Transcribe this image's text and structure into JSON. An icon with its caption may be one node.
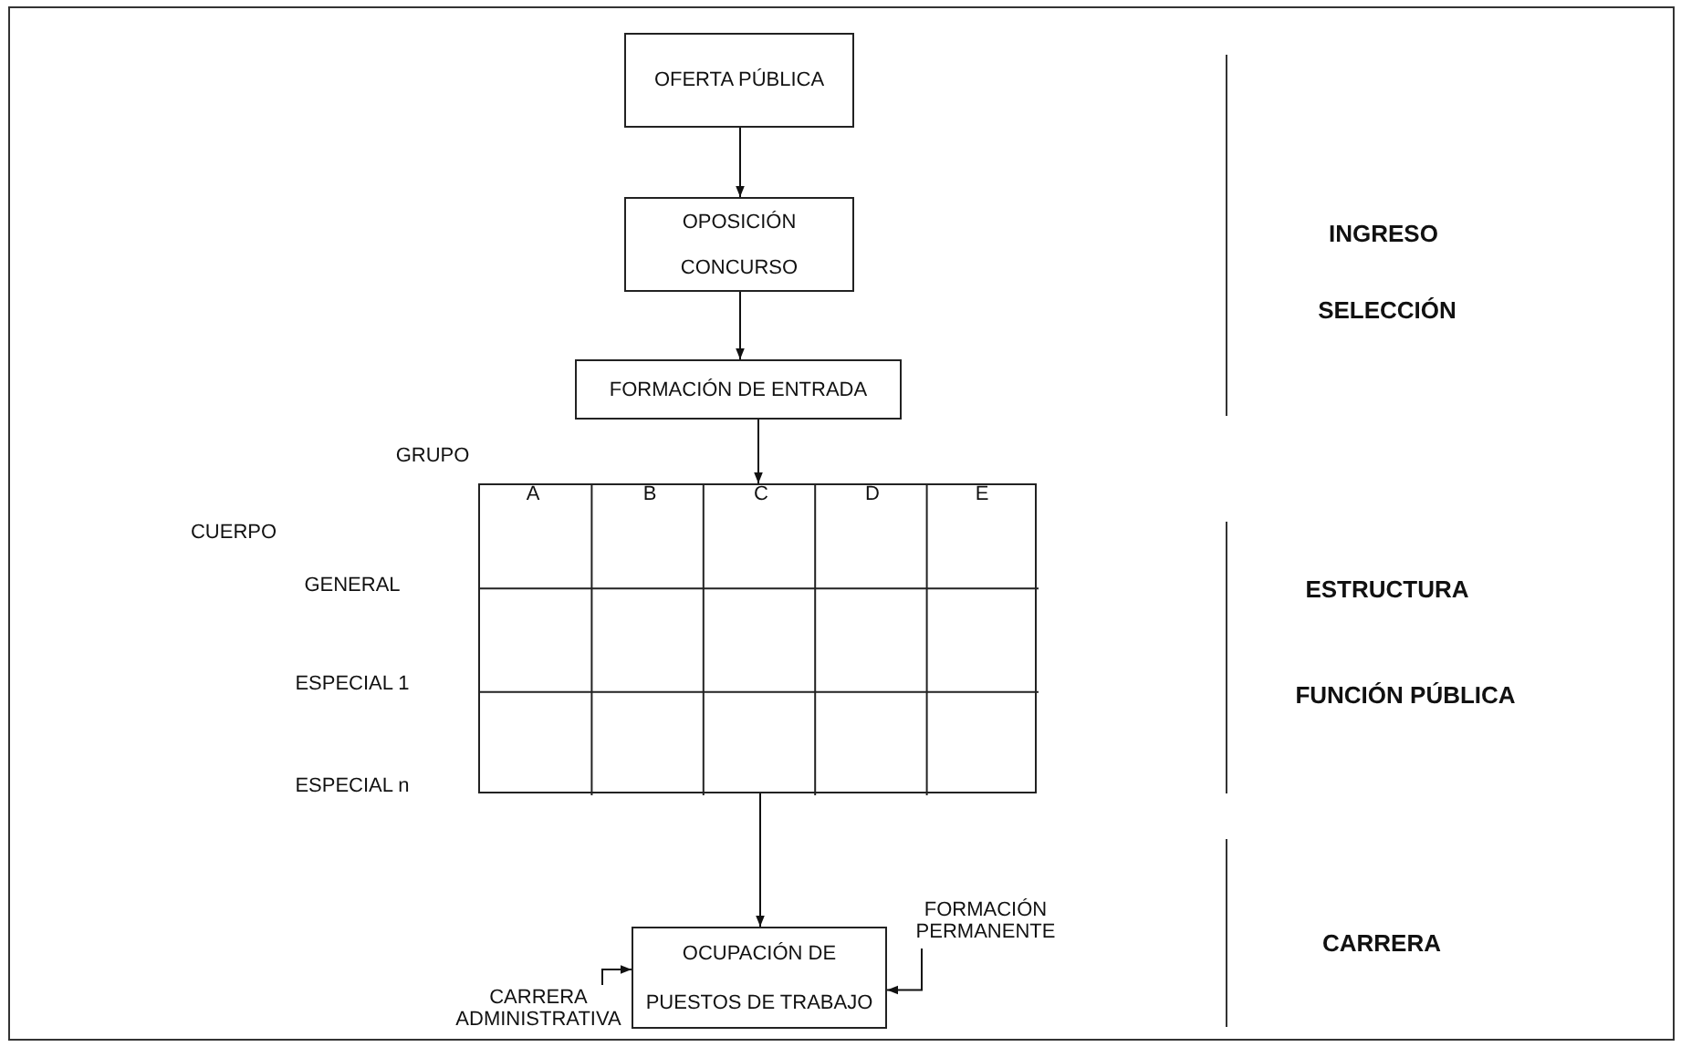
{
  "diagram": {
    "nodes": [
      {
        "text": [
          "OFERTA PÚBLICA"
        ]
      },
      {
        "text": [
          "OPOSICIÓN",
          "CONCURSO"
        ]
      },
      {
        "text": [
          "FORMACIÓN DE ENTRADA"
        ]
      },
      {
        "text": [],
        "shape": "box"
      },
      {
        "text": [
          "OCUPACIÓN DE",
          "PUESTOS DE TRABAJO"
        ]
      },
      {
        "text": [
          "CARRERA ADMINISTRATIVA"
        ]
      },
      {
        "text": [
          "FORMACIÓN PERMANENTE"
        ]
      }
    ],
    "edges": [
      {
        "from": 0,
        "to": 1,
        "arrow": "to"
      },
      {
        "from": 1,
        "to": 2,
        "arrow": "to"
      },
      {
        "from": 2,
        "to": 3,
        "arrow": "to"
      },
      {
        "from": 3,
        "to": 4,
        "arrow": "to"
      },
      {
        "from": 5,
        "to": 4,
        "arrow": "to"
      },
      {
        "from": 6,
        "to": 4,
        "arrow": "to"
      }
    ],
    "labels": [
      "GRUPO",
      "A",
      "B",
      "C",
      "D",
      "E",
      "CUERPO",
      "GENERAL",
      "ESPECIAL 1",
      "ESPECIAL n",
      "INGRESO",
      "SELECCIÓN",
      "ESTRUCTURA",
      "FUNCIÓN PÚBLICA",
      "CARRERA"
    ]
  }
}
